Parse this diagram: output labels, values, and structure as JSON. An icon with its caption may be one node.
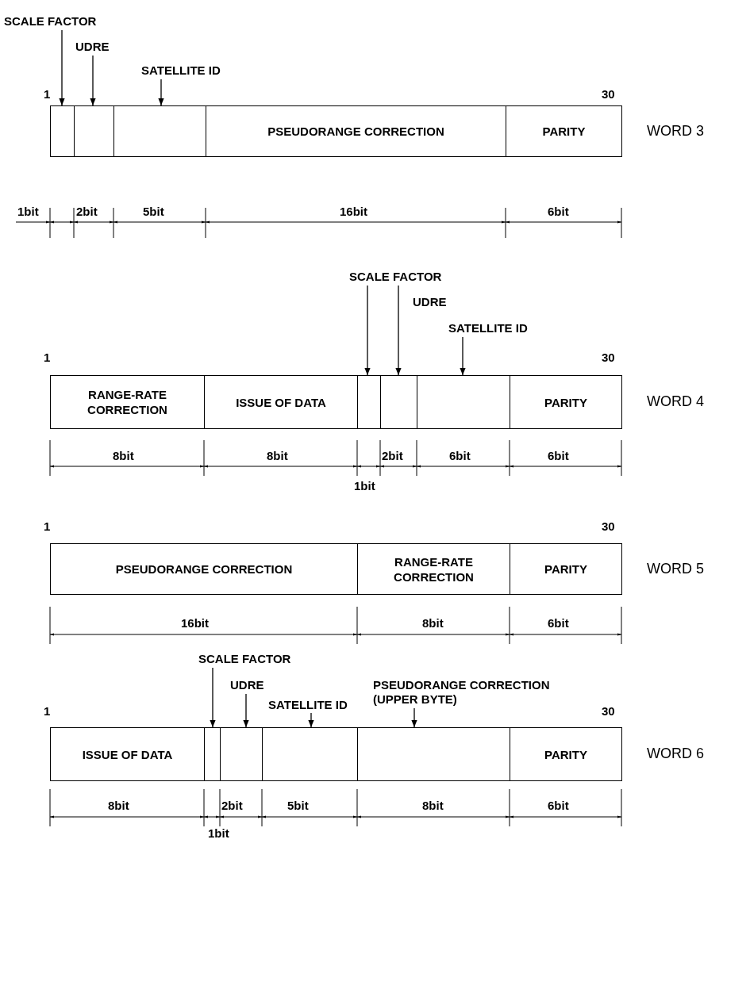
{
  "diagram": {
    "nodes": [
      {
        "text": [
          "SCALE FACTOR"
        ]
      },
      {
        "text": [
          "UDRE"
        ]
      },
      {
        "text": [
          "SATELLITE ID"
        ]
      },
      {
        "text": [],
        "shape": "box"
      },
      {
        "text": [],
        "shape": "box"
      },
      {
        "text": [],
        "shape": "box"
      },
      {
        "text": [
          "PSEUDORANGE CORRECTION"
        ]
      },
      {
        "text": [
          "PARITY"
        ]
      },
      {
        "text": [
          "SCALE FACTOR"
        ]
      },
      {
        "text": [
          "UDRE"
        ]
      },
      {
        "text": [
          "SATELLITE ID"
        ]
      },
      {
        "text": [
          "RANGE-RATE CORRECTION"
        ]
      },
      {
        "text": [
          "ISSUE OF DATA"
        ]
      },
      {
        "text": [],
        "shape": "box"
      },
      {
        "text": [],
        "shape": "box"
      },
      {
        "text": [],
        "shape": "box"
      },
      {
        "text": [
          "PARITY"
        ]
      },
      {
        "text": [
          "PSEUDORANGE CORRECTION"
        ]
      },
      {
        "text": [
          "RANGE-RATE CORRECTION"
        ]
      },
      {
        "text": [
          "PARITY"
        ]
      },
      {
        "text": [
          "SCALE FACTOR"
        ]
      },
      {
        "text": [
          "UDRE"
        ]
      },
      {
        "text": [
          "SATELLITE ID"
        ]
      },
      {
        "text": [
          "PSEUDORANGE CORRECTION (UPPER BYTE)"
        ]
      },
      {
        "text": [
          "ISSUE OF DATA"
        ]
      },
      {
        "text": [],
        "shape": "box"
      },
      {
        "text": [],
        "shape": "box"
      },
      {
        "text": [],
        "shape": "box"
      },
      {
        "text": [],
        "shape": "box"
      },
      {
        "text": [
          "PARITY"
        ]
      }
    ],
    "edges": [
      {
        "from": 0,
        "to": 3,
        "arrow": "to"
      },
      {
        "from": 1,
        "to": 4,
        "arrow": "to"
      },
      {
        "from": 2,
        "to": 5,
        "arrow": "to"
      },
      {
        "from": 8,
        "to": 13,
        "arrow": "to"
      },
      {
        "from": 9,
        "to": 14,
        "arrow": "to"
      },
      {
        "from": 10,
        "to": 15,
        "arrow": "to"
      },
      {
        "from": 20,
        "to": 25,
        "arrow": "to"
      },
      {
        "from": 21,
        "to": 26,
        "arrow": "to"
      },
      {
        "from": 22,
        "to": 27,
        "arrow": "to"
      },
      {
        "from": 23,
        "to": 28,
        "arrow": "to"
      }
    ],
    "labels": [
      "1",
      "30",
      "WORD 3",
      "1bit",
      "2bit",
      "5bit",
      "16bit",
      "6bit",
      "1",
      "30",
      "WORD 4",
      "8bit",
      "8bit",
      "2bit",
      "6bit",
      "6bit",
      "1bit",
      "1",
      "30",
      "WORD 5",
      "16bit",
      "8bit",
      "6bit",
      "1",
      "30",
      "WORD 6",
      "8bit",
      "2bit",
      "5bit",
      "8bit",
      "6bit",
      "1bit"
    ]
  }
}
